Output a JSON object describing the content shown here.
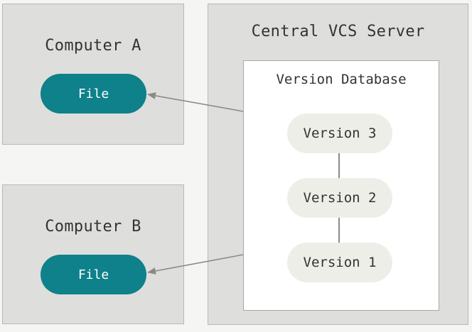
{
  "computer_a": {
    "title": "Computer A",
    "file_label": "File"
  },
  "computer_b": {
    "title": "Computer B",
    "file_label": "File"
  },
  "server": {
    "title": "Central VCS Server",
    "database": {
      "title": "Version Database",
      "versions": [
        "Version 3",
        "Version 2",
        "Version 1"
      ]
    }
  },
  "colors": {
    "file_pill": "#0e818a",
    "version_pill": "#eeeee9",
    "box_background": "#dededd",
    "arrow": "#8a8a86"
  }
}
